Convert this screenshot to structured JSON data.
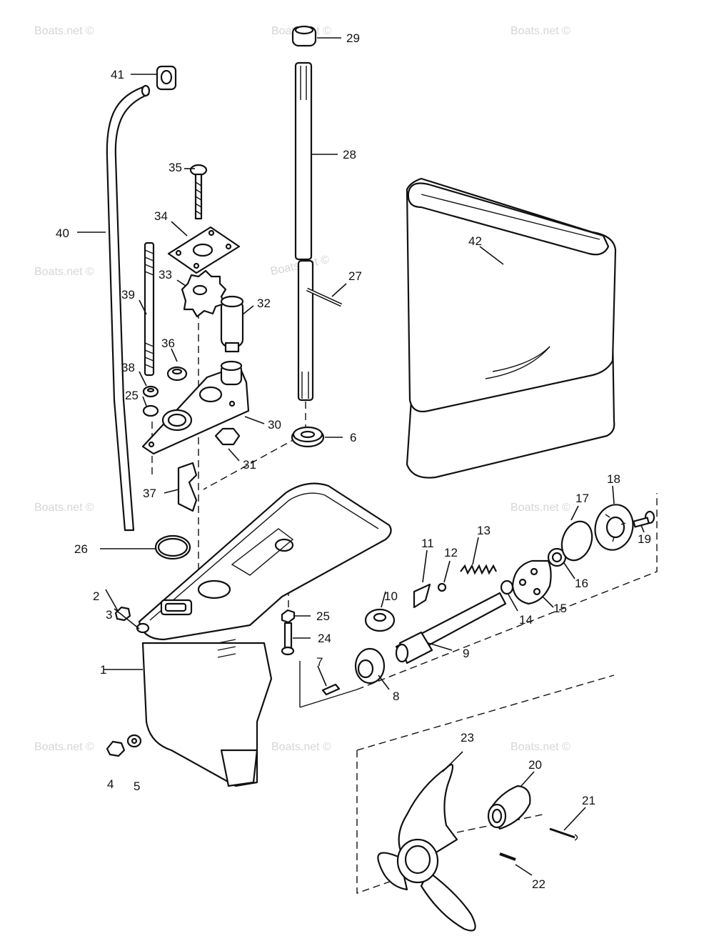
{
  "watermark": "Boats.net ©",
  "callouts": [
    {
      "id": "c1",
      "text": "1"
    },
    {
      "id": "c2",
      "text": "2"
    },
    {
      "id": "c3",
      "text": "3"
    },
    {
      "id": "c4",
      "text": "4"
    },
    {
      "id": "c5",
      "text": "5"
    },
    {
      "id": "c6",
      "text": "6"
    },
    {
      "id": "c7",
      "text": "7"
    },
    {
      "id": "c8",
      "text": "8"
    },
    {
      "id": "c9",
      "text": "9"
    },
    {
      "id": "c10",
      "text": "10"
    },
    {
      "id": "c11",
      "text": "11"
    },
    {
      "id": "c12",
      "text": "12"
    },
    {
      "id": "c13",
      "text": "13"
    },
    {
      "id": "c14",
      "text": "14"
    },
    {
      "id": "c15",
      "text": "15"
    },
    {
      "id": "c16",
      "text": "16"
    },
    {
      "id": "c17",
      "text": "17"
    },
    {
      "id": "c18",
      "text": "18"
    },
    {
      "id": "c19",
      "text": "19"
    },
    {
      "id": "c20",
      "text": "20"
    },
    {
      "id": "c21",
      "text": "21"
    },
    {
      "id": "c22",
      "text": "22"
    },
    {
      "id": "c23",
      "text": "23"
    },
    {
      "id": "c24",
      "text": "24"
    },
    {
      "id": "c25a",
      "text": "25"
    },
    {
      "id": "c25b",
      "text": "25"
    },
    {
      "id": "c26",
      "text": "26"
    },
    {
      "id": "c27",
      "text": "27"
    },
    {
      "id": "c28",
      "text": "28"
    },
    {
      "id": "c29",
      "text": "29"
    },
    {
      "id": "c30",
      "text": "30"
    },
    {
      "id": "c31",
      "text": "31"
    },
    {
      "id": "c32",
      "text": "32"
    },
    {
      "id": "c33",
      "text": "33"
    },
    {
      "id": "c34",
      "text": "34"
    },
    {
      "id": "c35",
      "text": "35"
    },
    {
      "id": "c36",
      "text": "36"
    },
    {
      "id": "c37",
      "text": "37"
    },
    {
      "id": "c38",
      "text": "38"
    },
    {
      "id": "c39",
      "text": "39"
    },
    {
      "id": "c40",
      "text": "40"
    },
    {
      "id": "c41",
      "text": "41"
    },
    {
      "id": "c42",
      "text": "42"
    }
  ]
}
